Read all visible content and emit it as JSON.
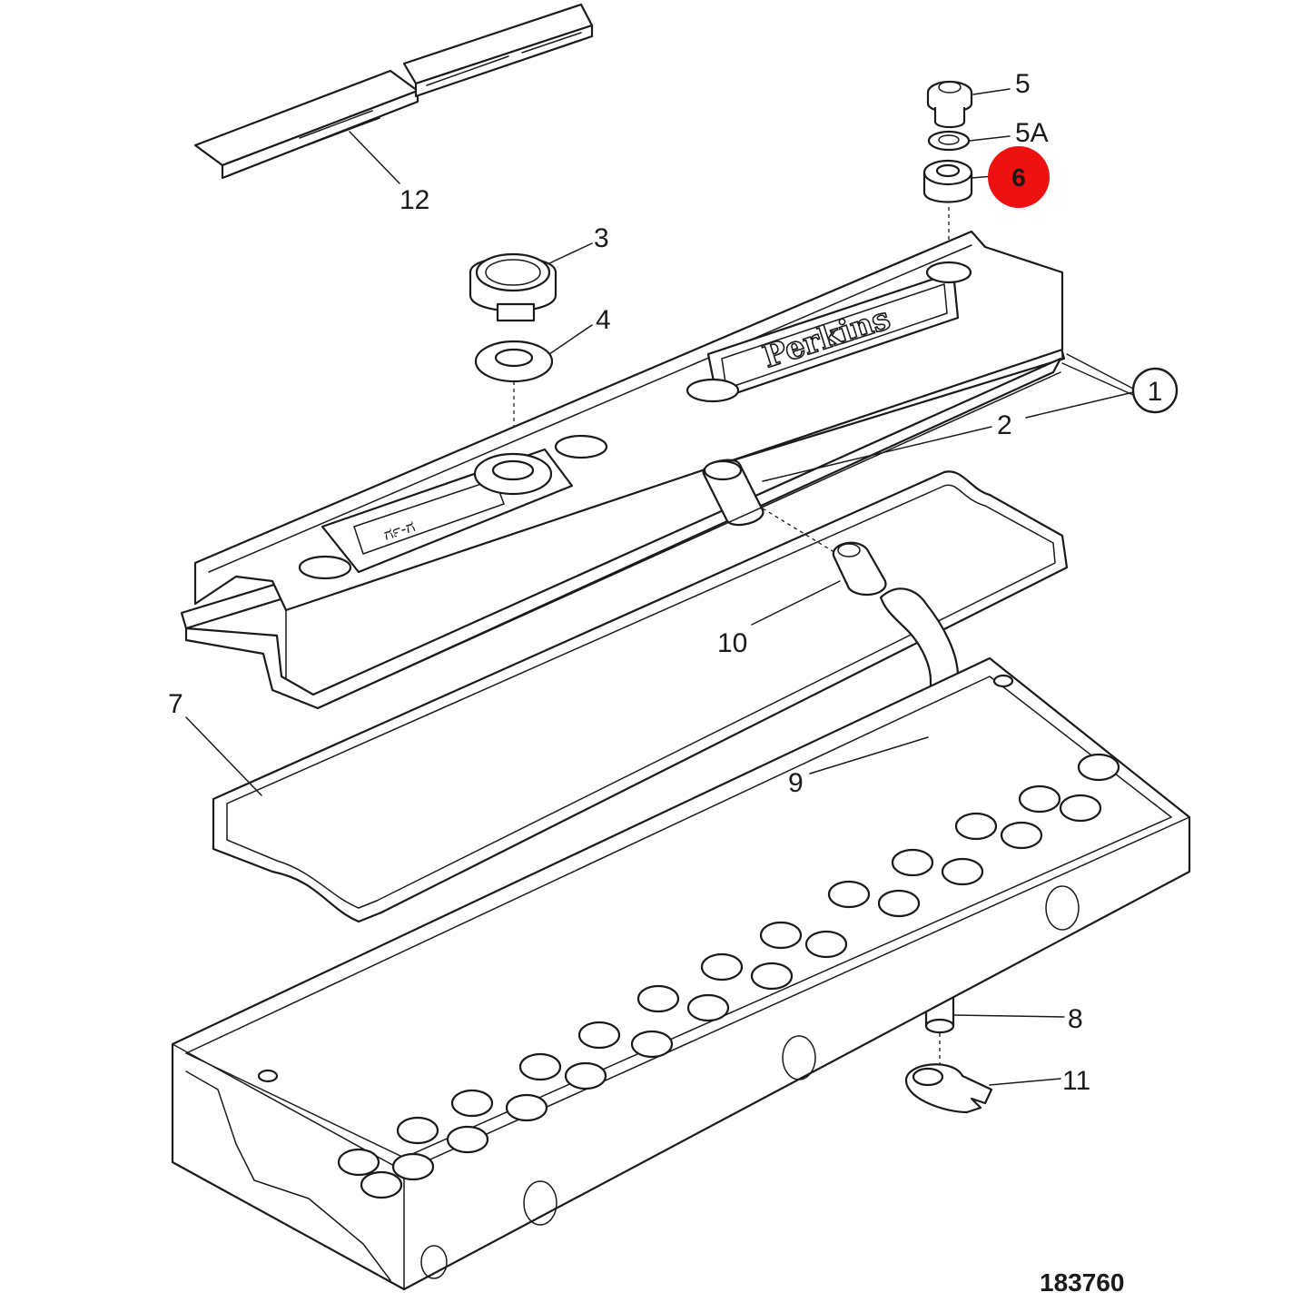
{
  "diagram": {
    "brand_text": "Perkins",
    "plate_text": "ರ್ಗ-ಗ",
    "drawing_number": "183760",
    "highlight_color": "#ee1111",
    "callouts": [
      {
        "id": "1",
        "text": "1",
        "circled": true
      },
      {
        "id": "2",
        "text": "2"
      },
      {
        "id": "3",
        "text": "3"
      },
      {
        "id": "4",
        "text": "4"
      },
      {
        "id": "5",
        "text": "5"
      },
      {
        "id": "5A",
        "text": "5A"
      },
      {
        "id": "6",
        "text": "6",
        "highlighted": true
      },
      {
        "id": "7",
        "text": "7"
      },
      {
        "id": "8",
        "text": "8"
      },
      {
        "id": "9",
        "text": "9"
      },
      {
        "id": "10",
        "text": "10"
      },
      {
        "id": "11",
        "text": "11"
      },
      {
        "id": "12",
        "text": "12"
      }
    ]
  }
}
